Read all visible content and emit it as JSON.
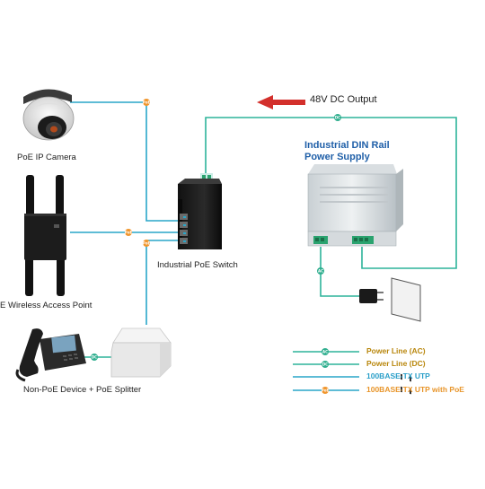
{
  "output_label": "48V DC Output",
  "devices": {
    "camera": "PoE IP Camera",
    "access_point": "E Wireless Access Point",
    "switch": "Industrial PoE Switch",
    "phone": "Non-PoE Device + PoE Splitter"
  },
  "power_supply_title": "Industrial DIN Rail\nPower Supply",
  "badges": {
    "poe": "PoE",
    "dc": "DC",
    "ac": "AC"
  },
  "legend": [
    {
      "label": "Power Line (AC)",
      "color": "#b8860b"
    },
    {
      "label": "Power Line (DC)",
      "color": "#b8860b"
    },
    {
      "label": "100BASE-TX UTP",
      "color": "#2a9fc9"
    },
    {
      "label": "100BASE-TX UTP with PoE",
      "color": "#e8952a"
    }
  ],
  "colors": {
    "line_green": "#2db49a",
    "line_blue": "#29a6c9",
    "badge_orange": "#f0962d",
    "badge_green": "#2fae8e",
    "title_blue": "#1f5fa8",
    "arrow_red": "#d3302c"
  }
}
